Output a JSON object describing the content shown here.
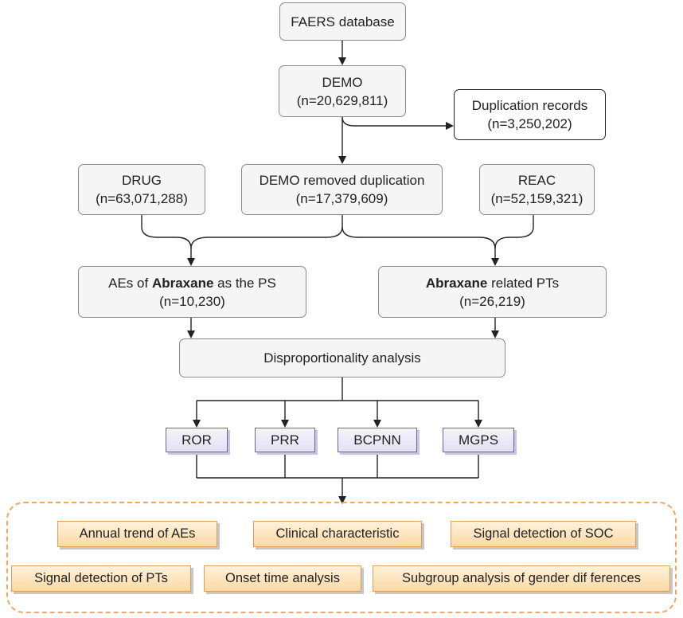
{
  "nodes": {
    "faers": {
      "line1": "FAERS database"
    },
    "demo": {
      "line1": "DEMO",
      "line2": "(n=20,629,811)"
    },
    "duplication": {
      "line1": "Duplication records",
      "line2": "(n=3,250,202)"
    },
    "drug": {
      "line1": "DRUG",
      "line2": "(n=63,071,288)"
    },
    "demo_removed": {
      "line1": "DEMO removed duplication",
      "line2": "(n=17,379,609)"
    },
    "reac": {
      "line1": "REAC",
      "line2": "(n=52,159,321)"
    },
    "aes_ps": {
      "pre": "AEs of ",
      "bold": "Abraxane",
      "post": " as the PS",
      "line2": "(n=10,230)"
    },
    "related_pts": {
      "bold": "Abraxane",
      "post": " related PTs",
      "line2": "(n=26,219)"
    },
    "dispro": {
      "line1": "Disproportionality analysis"
    }
  },
  "methods": [
    "ROR",
    "PRR",
    "BCPNN",
    "MGPS"
  ],
  "analyses": [
    "Annual trend of AEs",
    "Clinical characteristic",
    "Signal detection of SOC",
    "Signal detection of PTs",
    "Onset time analysis",
    "Subgroup analysis of gender dif ferences"
  ],
  "colors": {
    "grey_box": "#f5f5f5",
    "method_border": "#6b63a6",
    "orange_box": "#fbd9a4",
    "dashed_border": "#f0a860",
    "line": "#222222"
  }
}
